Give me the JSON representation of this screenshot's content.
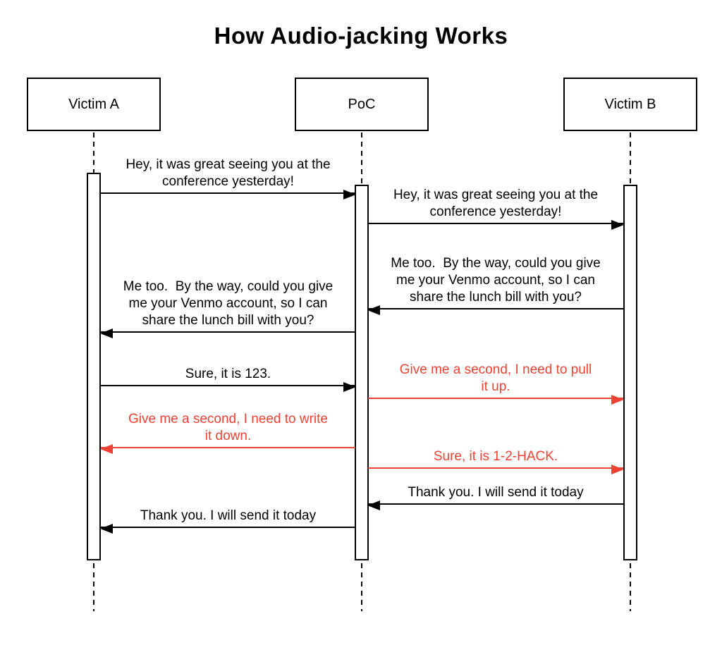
{
  "title": "How Audio-jacking Works",
  "colors": {
    "ink": "#000000",
    "red": "#ee4234",
    "background": "#ffffff"
  },
  "actors": [
    {
      "id": "victim-a",
      "label": "Victim A"
    },
    {
      "id": "poc",
      "label": "PoC"
    },
    {
      "id": "victim-b",
      "label": "Victim B"
    }
  ],
  "messages": [
    {
      "from": "Victim A",
      "to": "PoC",
      "color": "black",
      "text": "Hey, it was great seeing you at the\nconference yesterday!"
    },
    {
      "from": "PoC",
      "to": "Victim B",
      "color": "black",
      "text": "Hey, it was great seeing you at the\nconference yesterday!"
    },
    {
      "from": "Victim B",
      "to": "PoC",
      "color": "black",
      "text": "Me too.  By the way, could you give\nme your Venmo account, so I can\nshare the lunch bill with you?"
    },
    {
      "from": "PoC",
      "to": "Victim A",
      "color": "black",
      "text": "Me too.  By the way, could you give\nme your Venmo account, so I can\nshare the lunch bill with you?"
    },
    {
      "from": "Victim A",
      "to": "PoC",
      "color": "black",
      "text": "Sure, it is 123."
    },
    {
      "from": "PoC",
      "to": "Victim B",
      "color": "red",
      "text": "Give me a second, I need to pull\nit up."
    },
    {
      "from": "PoC",
      "to": "Victim A",
      "color": "red",
      "text": "Give me a second, I need to write\nit down."
    },
    {
      "from": "PoC",
      "to": "Victim B",
      "color": "red",
      "text": "Sure, it is 1-2-HACK."
    },
    {
      "from": "Victim B",
      "to": "PoC",
      "color": "black",
      "text": "Thank you. I will send it today"
    },
    {
      "from": "PoC",
      "to": "Victim A",
      "color": "black",
      "text": "Thank you. I will send it today"
    }
  ]
}
